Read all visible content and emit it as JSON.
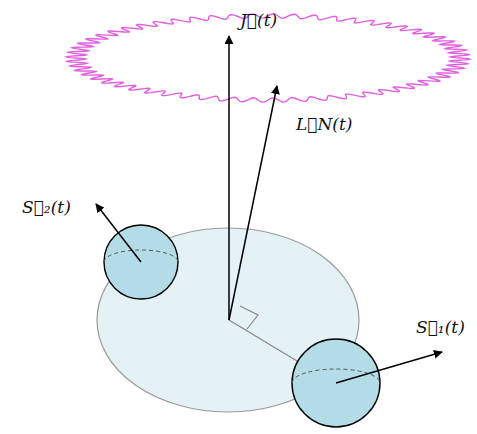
{
  "diagram": {
    "labels": [
      "J⃗(t)",
      "L⃗N(t)",
      "S⃗₂(t)",
      "S⃗₁(t)"
    ]
  }
}
